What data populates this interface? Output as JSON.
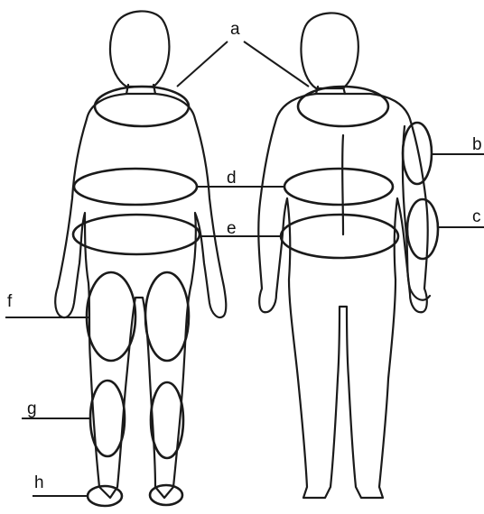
{
  "labels": {
    "a": "a",
    "b": "b",
    "c": "c",
    "d": "d",
    "e": "e",
    "f": "f",
    "g": "g",
    "h": "h"
  },
  "colors": {
    "line": "#1a1a1a",
    "background": "#ffffff"
  }
}
